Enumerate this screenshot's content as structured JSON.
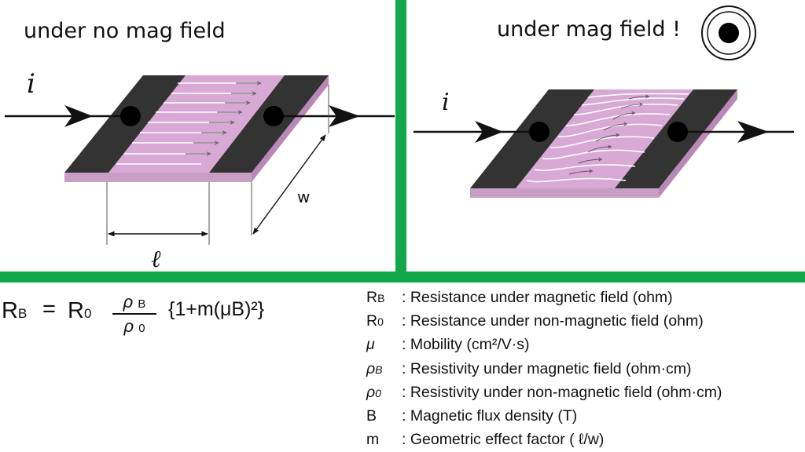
{
  "panels": {
    "left_title": "under no mag field",
    "right_title": "under mag field !"
  },
  "labels": {
    "current_left": "i",
    "current_right": "i",
    "width": "w",
    "length": "ℓ"
  },
  "formula": {
    "lhs_main": "R",
    "lhs_sub": "B",
    "equals": "=",
    "r0_main": "R",
    "r0_sub": "0",
    "numerator_main": "ρ",
    "numerator_sub": "B",
    "denominator_main": "ρ",
    "denominator_sub": "0",
    "tail": "{1+m(μB)²}"
  },
  "legend": [
    {
      "symbol": "R",
      "sub": "B",
      "text": ": Resistance under magnetic field (ohm)"
    },
    {
      "symbol": "R",
      "sub": "0",
      "text": ": Resistance under non-magnetic field (ohm)"
    },
    {
      "symbol": "μ",
      "sub": "",
      "text": ": Mobility (cm²/V·s)"
    },
    {
      "symbol": "ρ",
      "sub": "B",
      "text": ": Resistivity under magnetic field (ohm·cm)"
    },
    {
      "symbol": "ρ",
      "sub": "0",
      "text": ": Resistivity under non-magnetic field (ohm·cm)"
    },
    {
      "symbol": "B",
      "sub": "",
      "text": ": Magnetic flux density (T)"
    },
    {
      "symbol": "m",
      "sub": "",
      "text": ": Geometric effect factor ( ℓ/w)"
    }
  ],
  "colors": {
    "divider": "#10a84a",
    "semiconductor": "#d9a9d6",
    "semiconductor_edge": "#b888b6",
    "electrode": "#333333"
  }
}
